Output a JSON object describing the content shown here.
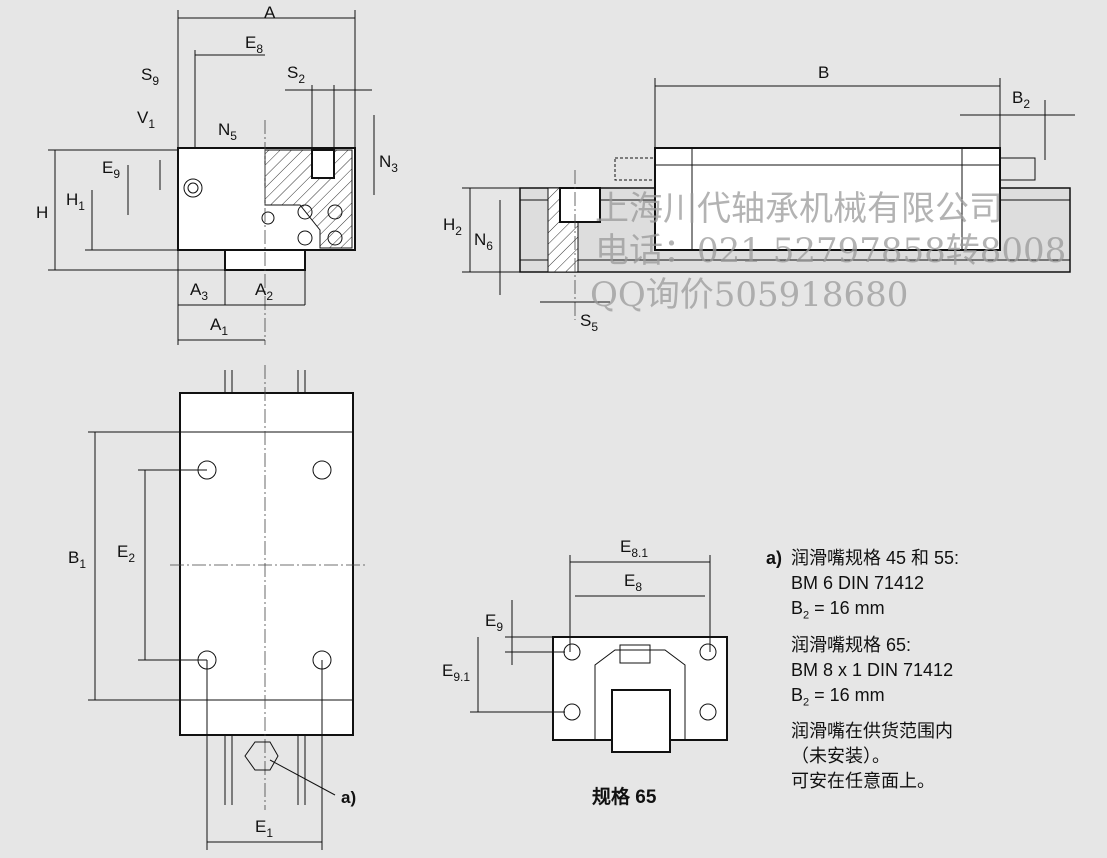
{
  "labels": {
    "A": "A",
    "E8": {
      "m": "E",
      "s": "8"
    },
    "S9": {
      "m": "S",
      "s": "9"
    },
    "S2": {
      "m": "S",
      "s": "2"
    },
    "V1": {
      "m": "V",
      "s": "1"
    },
    "N5": {
      "m": "N",
      "s": "5"
    },
    "N3": {
      "m": "N",
      "s": "3"
    },
    "E9": {
      "m": "E",
      "s": "9"
    },
    "H": "H",
    "H1": {
      "m": "H",
      "s": "1"
    },
    "A3": {
      "m": "A",
      "s": "3"
    },
    "A2": {
      "m": "A",
      "s": "2"
    },
    "A1": {
      "m": "A",
      "s": "1"
    },
    "B": "B",
    "B2": {
      "m": "B",
      "s": "2"
    },
    "H2": {
      "m": "H",
      "s": "2"
    },
    "N6": {
      "m": "N",
      "s": "6"
    },
    "S5": {
      "m": "S",
      "s": "5"
    },
    "B1": {
      "m": "B",
      "s": "1"
    },
    "E2": {
      "m": "E",
      "s": "2"
    },
    "E1": {
      "m": "E",
      "s": "1"
    },
    "a": "a)",
    "E81": {
      "m": "E",
      "s": "8.1"
    },
    "E8b": {
      "m": "E",
      "s": "8"
    },
    "E9b": {
      "m": "E",
      "s": "9"
    },
    "E91": {
      "m": "E",
      "s": "9.1"
    }
  },
  "size65_title": "规格 65",
  "notes": {
    "marker": "a)",
    "line1": "润滑嘴规格 45 和 55:",
    "line2": "BM 6 DIN 71412",
    "b2_1": {
      "m": "B",
      "s": "2",
      "rest": " = 16 mm"
    },
    "line4": "润滑嘴规格 65:",
    "line5": "BM 8 x 1 DIN 71412",
    "b2_2": {
      "m": "B",
      "s": "2",
      "rest": " = 16 mm"
    },
    "line7": "润滑嘴在供货范围内",
    "line8": "（未安装）。",
    "line9": "可安在任意面上。"
  },
  "watermark": {
    "line1": "上海川代轴承机械有限公司",
    "line2": "电话：021  52797858转8008",
    "line3": "QQ询价505918680"
  },
  "colors": {
    "background": "#e6e6e6",
    "ink": "#111111"
  }
}
